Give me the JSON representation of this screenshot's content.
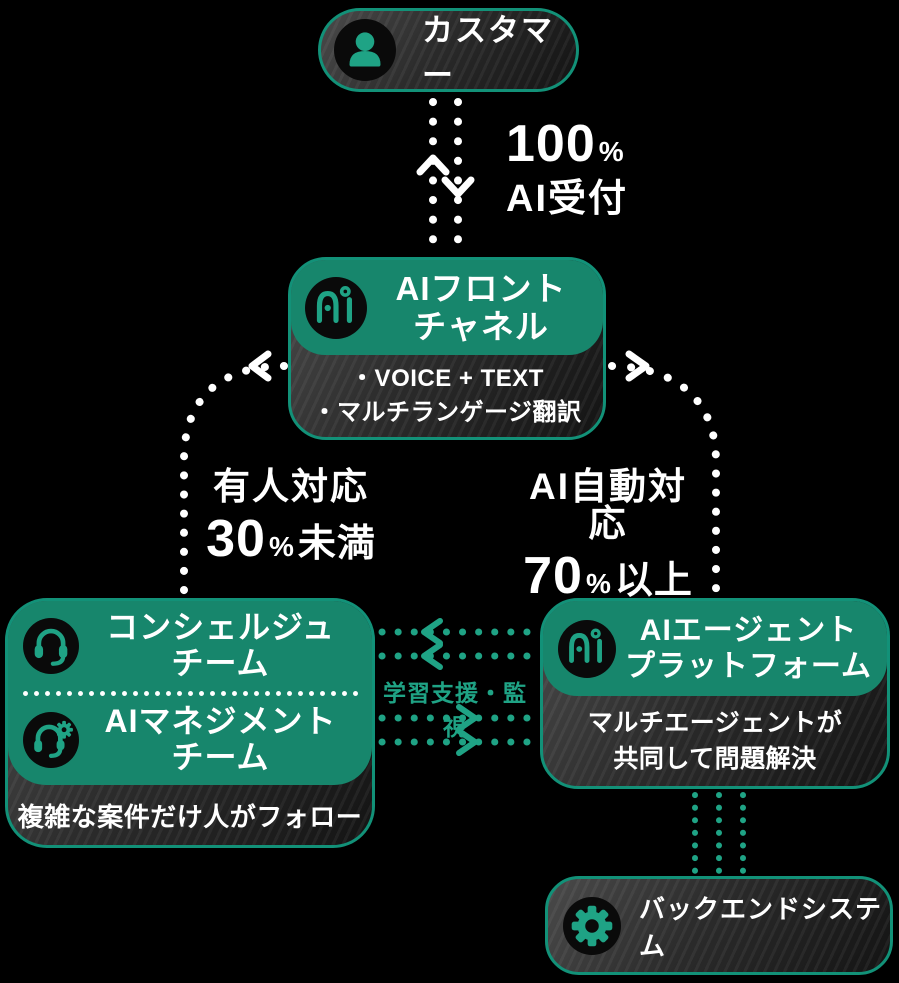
{
  "colors": {
    "teal_fill": "#17866C",
    "teal_border": "#129178",
    "teal_accent": "#1FA385",
    "background": "#000000",
    "text": "#ffffff"
  },
  "customer": {
    "label": "カスタマー"
  },
  "top_flow": {
    "value": "100",
    "percent": "%",
    "line2": "AI受付"
  },
  "front_channel": {
    "title_line1": "AIフロント",
    "title_line2": "チャネル",
    "bullet1": "・VOICE + TEXT",
    "bullet2": "・マルチランゲージ翻訳"
  },
  "left_branch": {
    "line1": "有人対応",
    "value": "30",
    "percent": "%",
    "suffix": "未満"
  },
  "right_branch": {
    "line1": "AI自動対応",
    "value": "70",
    "percent": "%",
    "suffix": "以上"
  },
  "team_box": {
    "team1_line1": "コンシェルジュ",
    "team1_line2": "チーム",
    "team2_line1": "AIマネジメント",
    "team2_line2": "チーム",
    "note": "複雑な案件だけ人がフォロー"
  },
  "middle_link": {
    "label": "学習支援・監視"
  },
  "platform_box": {
    "title_line1": "AIエージェント",
    "title_line2": "プラットフォーム",
    "note_line1": "マルチエージェントが",
    "note_line2": "共同して問題解決"
  },
  "backend": {
    "label": "バックエンドシステム"
  }
}
